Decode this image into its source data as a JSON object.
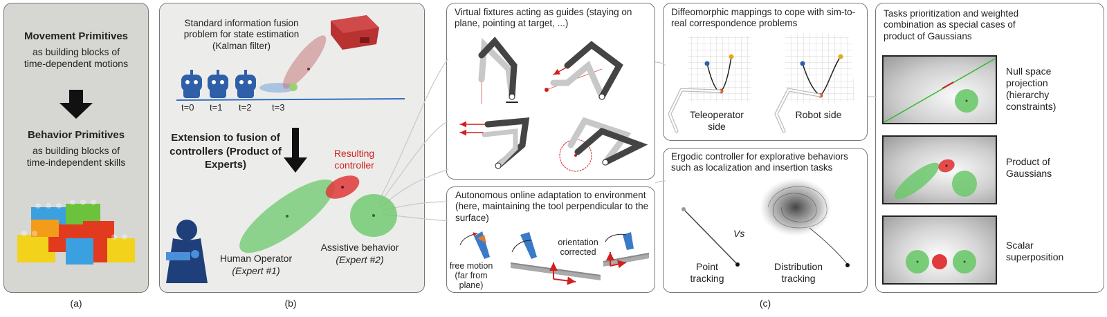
{
  "panel_a": {
    "movement_title": "Movement Primitives",
    "movement_desc": "as building blocks of time-dependent motions",
    "behavior_title": "Behavior Primitives",
    "behavior_desc": "as building blocks of time-independent skills",
    "caption": "(a)"
  },
  "panel_b": {
    "kalman_text": "Standard information fusion problem for state estimation (Kalman filter)",
    "time_labels": [
      "t=0",
      "t=1",
      "t=2",
      "t=3"
    ],
    "extension_text": "Extension to fusion of controllers (Product of Experts)",
    "resulting_label": "Resulting controller",
    "human_label": "Human Operator",
    "human_expert": "(Expert #1)",
    "assistive_label": "Assistive behavior",
    "assistive_expert": "(Expert #2)",
    "caption": "(b)"
  },
  "panel_c": {
    "virtual_fixtures": "Virtual fixtures acting as guides (staying on plane, pointing at target, ...)",
    "adaptation": "Autonomous online adaptation to environment (here, maintaining the tool perpendicular to the surface)",
    "free_motion": "free motion (far from plane)",
    "orientation": "orientation corrected",
    "diffeo": "Diffeomorphic mappings to cope with sim-to-real correspondence problems",
    "teleoperator": "Teleoperator side",
    "robot": "Robot side",
    "ergodic": "Ergodic controller for explorative behaviors such as localization and insertion tasks",
    "vs": "Vs",
    "point_tracking": "Point tracking",
    "distribution_tracking": "Distribution tracking",
    "tasks": "Tasks prioritization and weighted combination as special cases of product of Gaussians",
    "null_space": "Null space projection (hierarchy constraints)",
    "product_gaussians": "Product of Gaussians",
    "scalar": "Scalar superposition",
    "caption": "(c)"
  },
  "colors": {
    "human_green": "#6cc96c",
    "expert_red": "#e03a3a",
    "robot_blue": "#2f5fa8",
    "panel_bg": "#ececea",
    "panel_a_bg": "#d6d6d2"
  }
}
